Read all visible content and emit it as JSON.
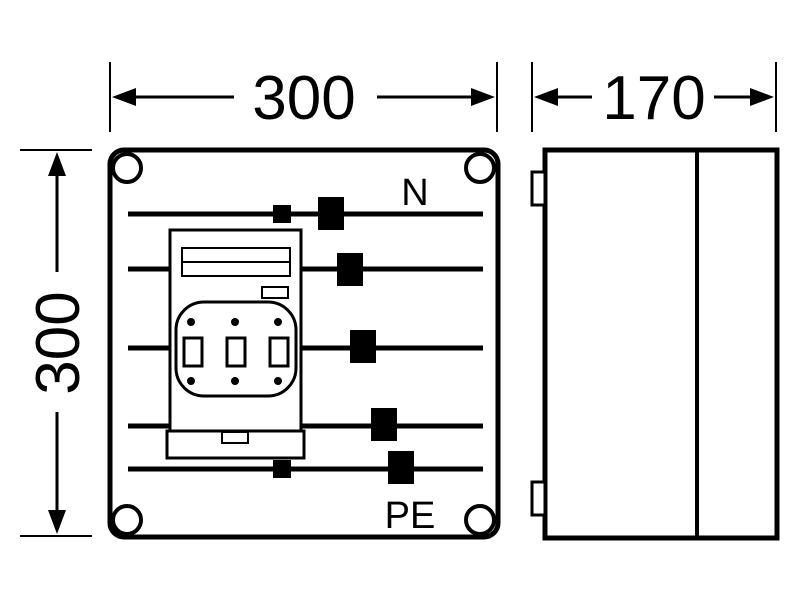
{
  "dimensions": {
    "front_width": "300",
    "side_depth": "170",
    "height": "300"
  },
  "labels": {
    "neutral": "N",
    "protective_earth": "PE"
  },
  "colors": {
    "line": "#000000",
    "background": "#ffffff"
  }
}
